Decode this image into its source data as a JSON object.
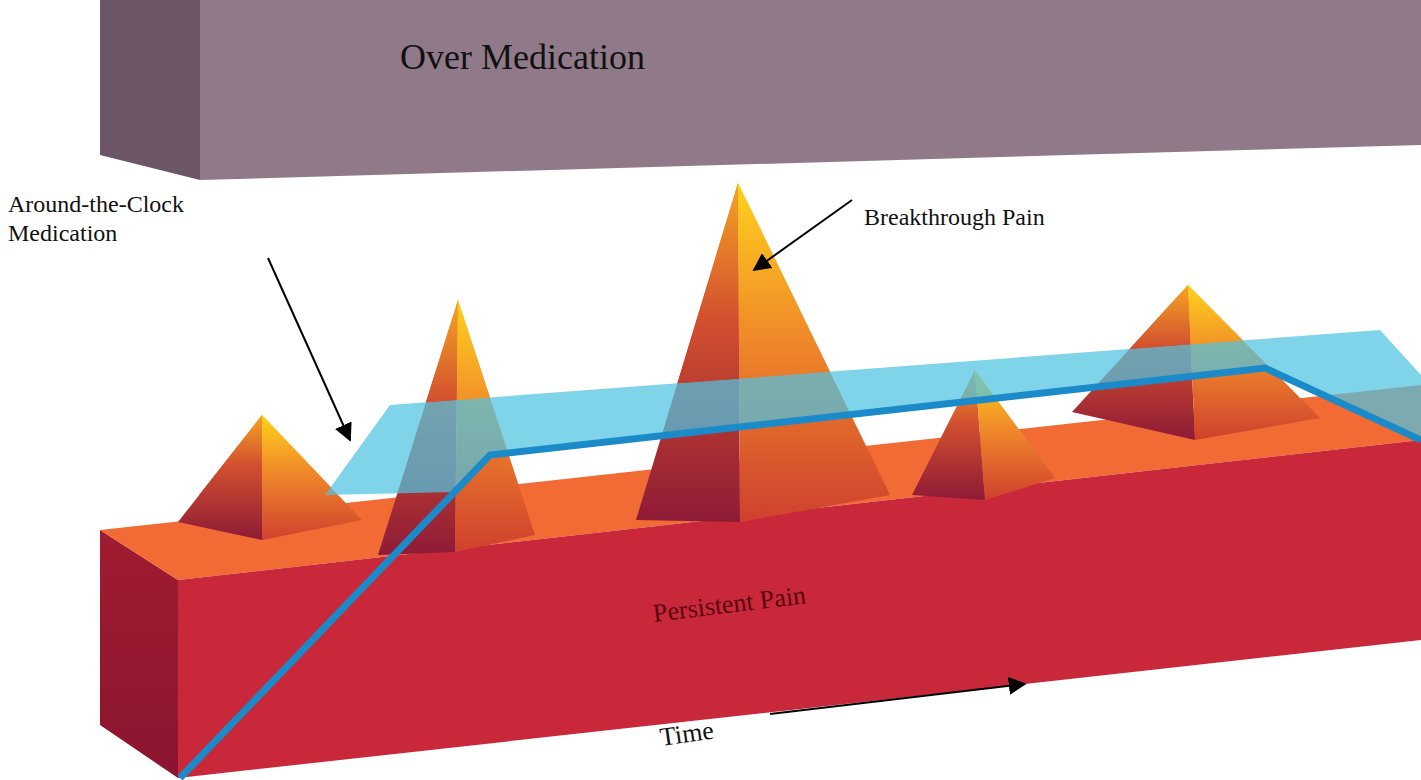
{
  "diagram": {
    "nodes": [
      {
        "text": [
          "Over Medication"
        ]
      },
      {
        "text": [
          "Persistent Pain"
        ]
      }
    ],
    "labels": [
      "Around-the-Clock Medication",
      "Breakthrough Pain",
      "Time"
    ]
  }
}
